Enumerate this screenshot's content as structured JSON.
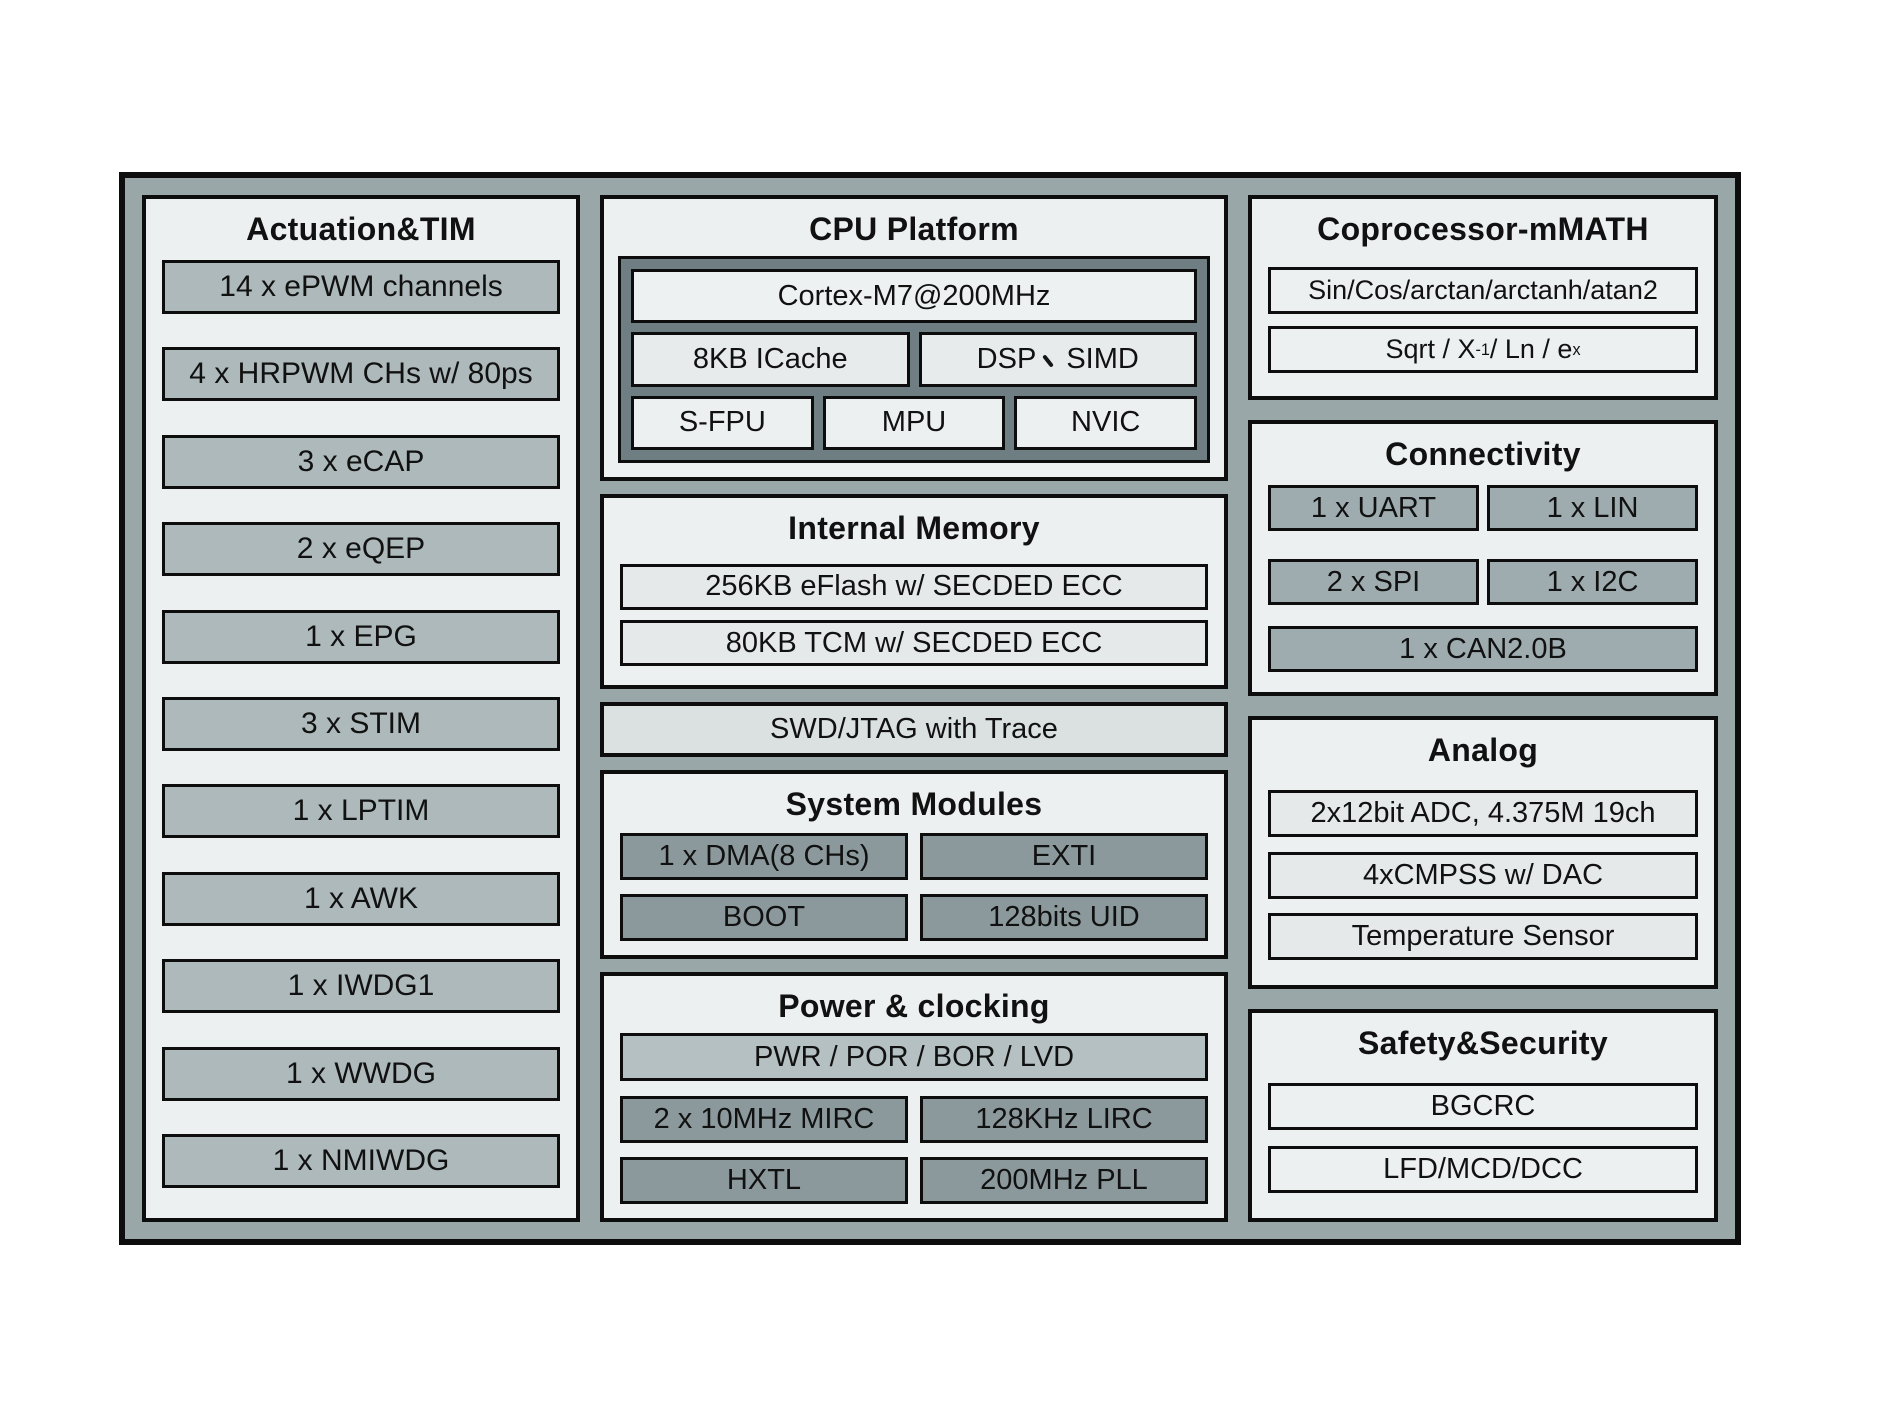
{
  "actuation": {
    "title": "Actuation&TIM",
    "items": [
      "14 x ePWM channels",
      "4 x HRPWM CHs w/ 80ps",
      "3 x eCAP",
      "2 x eQEP",
      "1 x EPG",
      "3 x STIM",
      "1 x LPTIM",
      "1 x AWK",
      "1 x IWDG1",
      "1 x WWDG",
      "1 x NMIWDG"
    ]
  },
  "cpu": {
    "title": "CPU Platform",
    "core": "Cortex-M7@200MHz",
    "icache": "8KB ICache",
    "dsp_simd": {
      "full": "DSP、SIMD",
      "left": "DSP",
      "right": "SIMD"
    },
    "sfpu": "S-FPU",
    "mpu": "MPU",
    "nvic": "NVIC"
  },
  "memory": {
    "title": "Internal Memory",
    "eflash": "256KB eFlash w/ SECDED ECC",
    "tcm": "80KB TCM w/ SECDED ECC"
  },
  "debug": {
    "swd_jtag": "SWD/JTAG with Trace"
  },
  "system": {
    "title": "System Modules",
    "dma": "1 x DMA(8 CHs)",
    "exti": "EXTI",
    "boot": "BOOT",
    "uid": "128bits UID"
  },
  "power": {
    "title": "Power & clocking",
    "pwr": "PWR / POR / BOR / LVD",
    "mirc": "2 x 10MHz MIRC",
    "lirc": "128KHz LIRC",
    "hxtl": "HXTL",
    "pll": "200MHz PLL"
  },
  "coprocessor": {
    "title": "Coprocessor-mMATH",
    "trig": "Sin/Cos/arctan/arctanh/atan2",
    "math": {
      "full": "Sqrt / X⁻¹ / Ln / eˣ",
      "segments": [
        {
          "t": "Sqrt / X"
        },
        {
          "t": "-1",
          "sup": true
        },
        {
          "t": " / Ln / e"
        },
        {
          "t": "x",
          "sup": true
        }
      ]
    }
  },
  "connectivity": {
    "title": "Connectivity",
    "uart": "1 x UART",
    "lin": "1 x LIN",
    "spi": "2 x SPI",
    "i2c": "1 x I2C",
    "can": "1 x CAN2.0B"
  },
  "analog": {
    "title": "Analog",
    "adc": "2x12bit ADC, 4.375M 19ch",
    "cmpss": "4xCMPSS w/ DAC",
    "temp": "Temperature Sensor"
  },
  "safety": {
    "title": "Safety&Security",
    "bgcrc": "BGCRC",
    "lfd": "LFD/MCD/DCC"
  },
  "colors": {
    "frame_fill": "#9AA7A9",
    "panel_fill": "#EDF0F1",
    "item_medium": "#AEB9BB",
    "item_dark": "#8B999D",
    "item_connectivity": "#9EACAF",
    "item_light": "#E5E9EA",
    "pwr_light": "#B5C0C2",
    "swd_fill": "#DBE0E1",
    "cpu_container": "#6F7E82",
    "border": "#0D0D0D"
  }
}
